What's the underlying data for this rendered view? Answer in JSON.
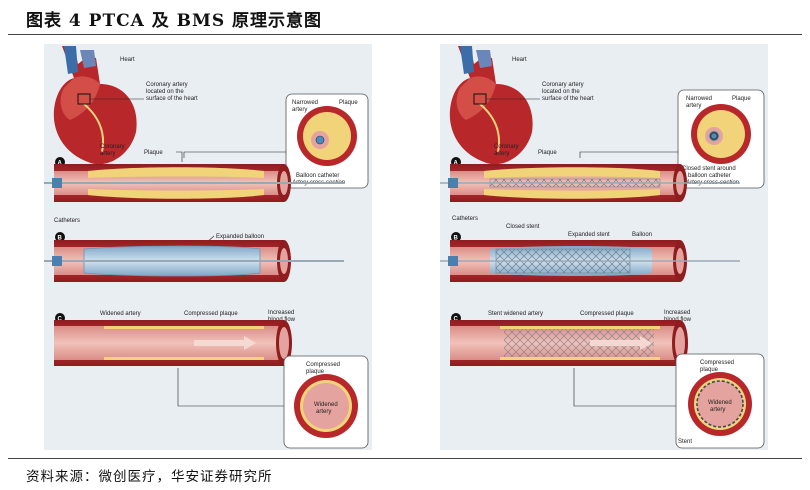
{
  "title": "图表 4 PTCA 及 BMS 原理示意图",
  "source": "资料来源：微创医疗，华安证券研究所",
  "left_panel": {
    "heart": "Heart",
    "coronary_located": [
      "Coronary artery",
      "located on the",
      "surface of the heart"
    ],
    "coronary_artery": [
      "Coronary",
      "artery"
    ],
    "plaque": "Plaque",
    "catheters": "Catheters",
    "inset_narrowed": [
      "Narrowed",
      "artery"
    ],
    "inset_plaque": "Plaque",
    "inset_caption": [
      "Balloon catheter",
      "Artery cross-section"
    ],
    "expanded_balloon": "Expanded balloon",
    "widened_artery": "Widened artery",
    "compressed_plaque": "Compressed plaque",
    "increased_flow": [
      "Increased",
      "blood flow"
    ],
    "inset2_compressed": [
      "Compressed",
      "plaque"
    ],
    "inset2_widened": [
      "Widened",
      "artery"
    ],
    "step_a": "A",
    "step_b": "B",
    "step_c": "C"
  },
  "right_panel": {
    "heart": "Heart",
    "coronary_located": [
      "Coronary artery",
      "located on the",
      "surface of the heart"
    ],
    "coronary_artery": [
      "Coronary",
      "artery"
    ],
    "plaque": "Plaque",
    "catheters": "Catheters",
    "closed_stent": "Closed stent",
    "inset_narrowed": [
      "Narrowed",
      "artery"
    ],
    "inset_plaque": "Plaque",
    "inset_caption": [
      "Closed stent around",
      "balloon catheter",
      "Artery cross-section"
    ],
    "expanded_stent": "Expanded stent",
    "balloon": "Balloon",
    "stent_widened": "Stent widened artery",
    "compressed_plaque": "Compressed plaque",
    "increased_flow": [
      "Increased",
      "blood flow"
    ],
    "inset2_compressed": [
      "Compressed",
      "plaque"
    ],
    "inset2_widened": [
      "Widened",
      "artery"
    ],
    "inset2_stent": "Stent",
    "step_a": "A",
    "step_b": "B",
    "step_c": "C"
  },
  "colors": {
    "panel_bg": "#e9eef3",
    "artery_red": "#b8282b",
    "artery_inner": "#e4a39e",
    "plaque": "#f1d47a",
    "balloon": "#a9c6dd",
    "stent": "#7a8a96"
  }
}
